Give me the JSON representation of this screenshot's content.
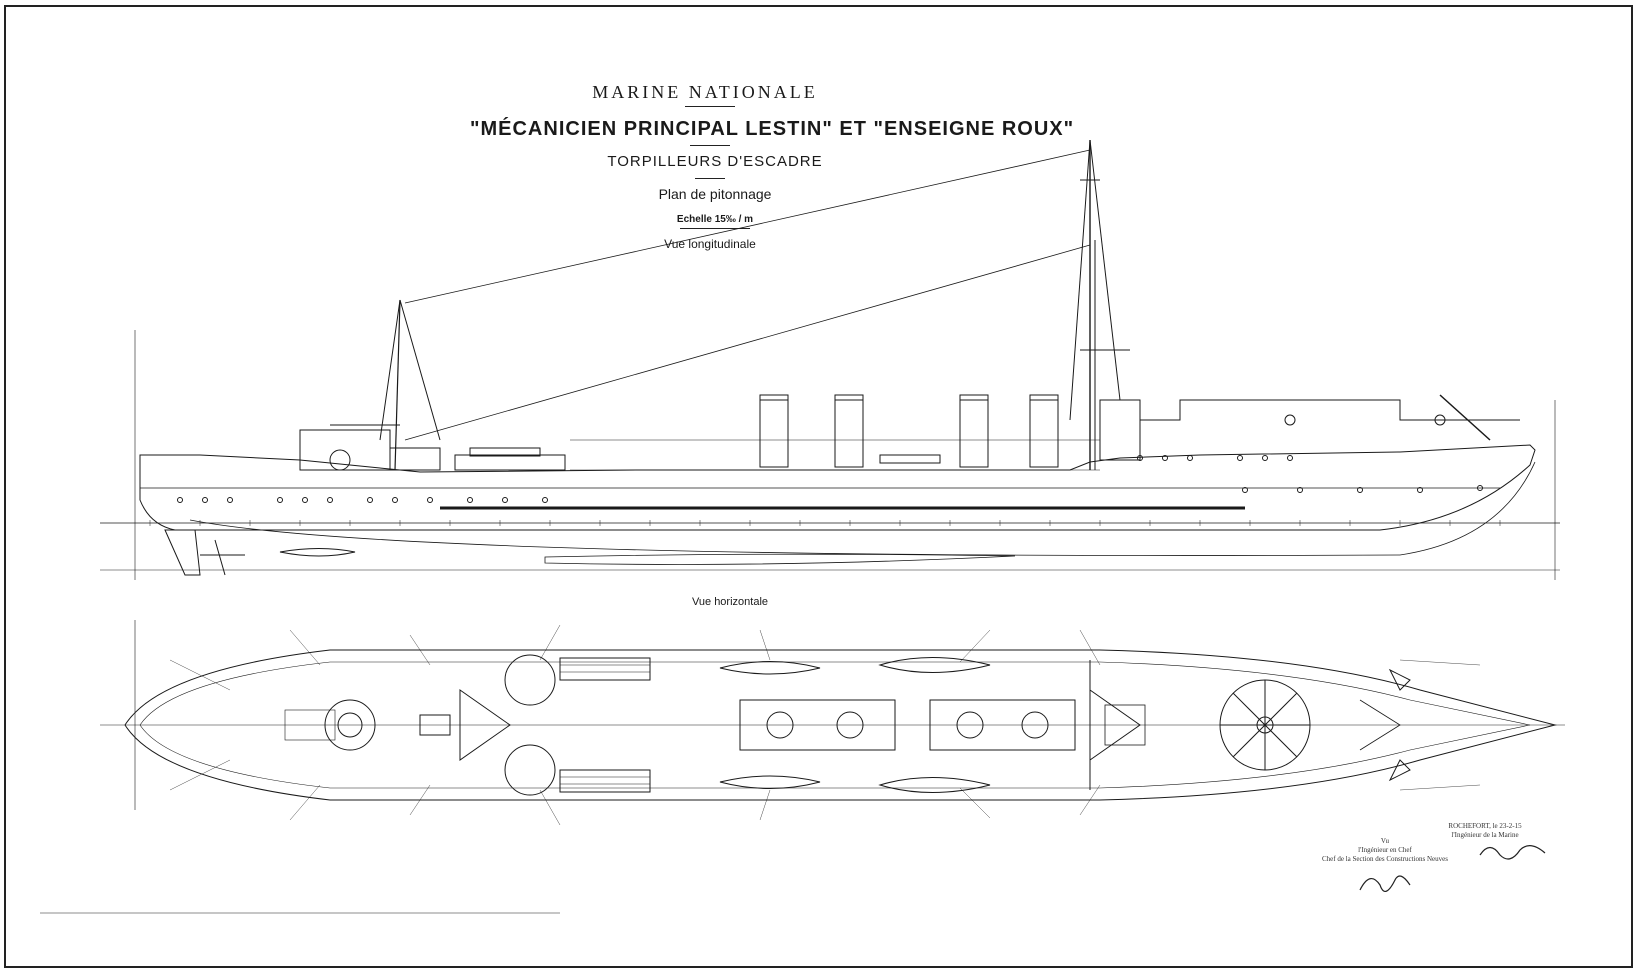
{
  "header": {
    "line1": "MARINE NATIONALE",
    "line2": "\"MÉCANICIEN PRINCIPAL LESTIN\" ET \"ENSEIGNE ROUX\"",
    "line3": "TORPILLEURS D'ESCADRE",
    "line4": "Plan de pitonnage",
    "scale": "Echelle 15‰ / m"
  },
  "views": {
    "longitudinal": "Vue longitudinale",
    "horizontal": "Vue horizontale"
  },
  "signatures": {
    "vu_line1": "Vu",
    "vu_line2": "l'Ingénieur en Chef",
    "vu_line3": "Chef de la Section des Constructions Neuves",
    "date_line1": "ROCHEFORT, le 23-2-15",
    "date_line2": "l'Ingénieur de la Marine"
  },
  "colors": {
    "ink": "#1a1a1a",
    "paper": "#ffffff"
  }
}
